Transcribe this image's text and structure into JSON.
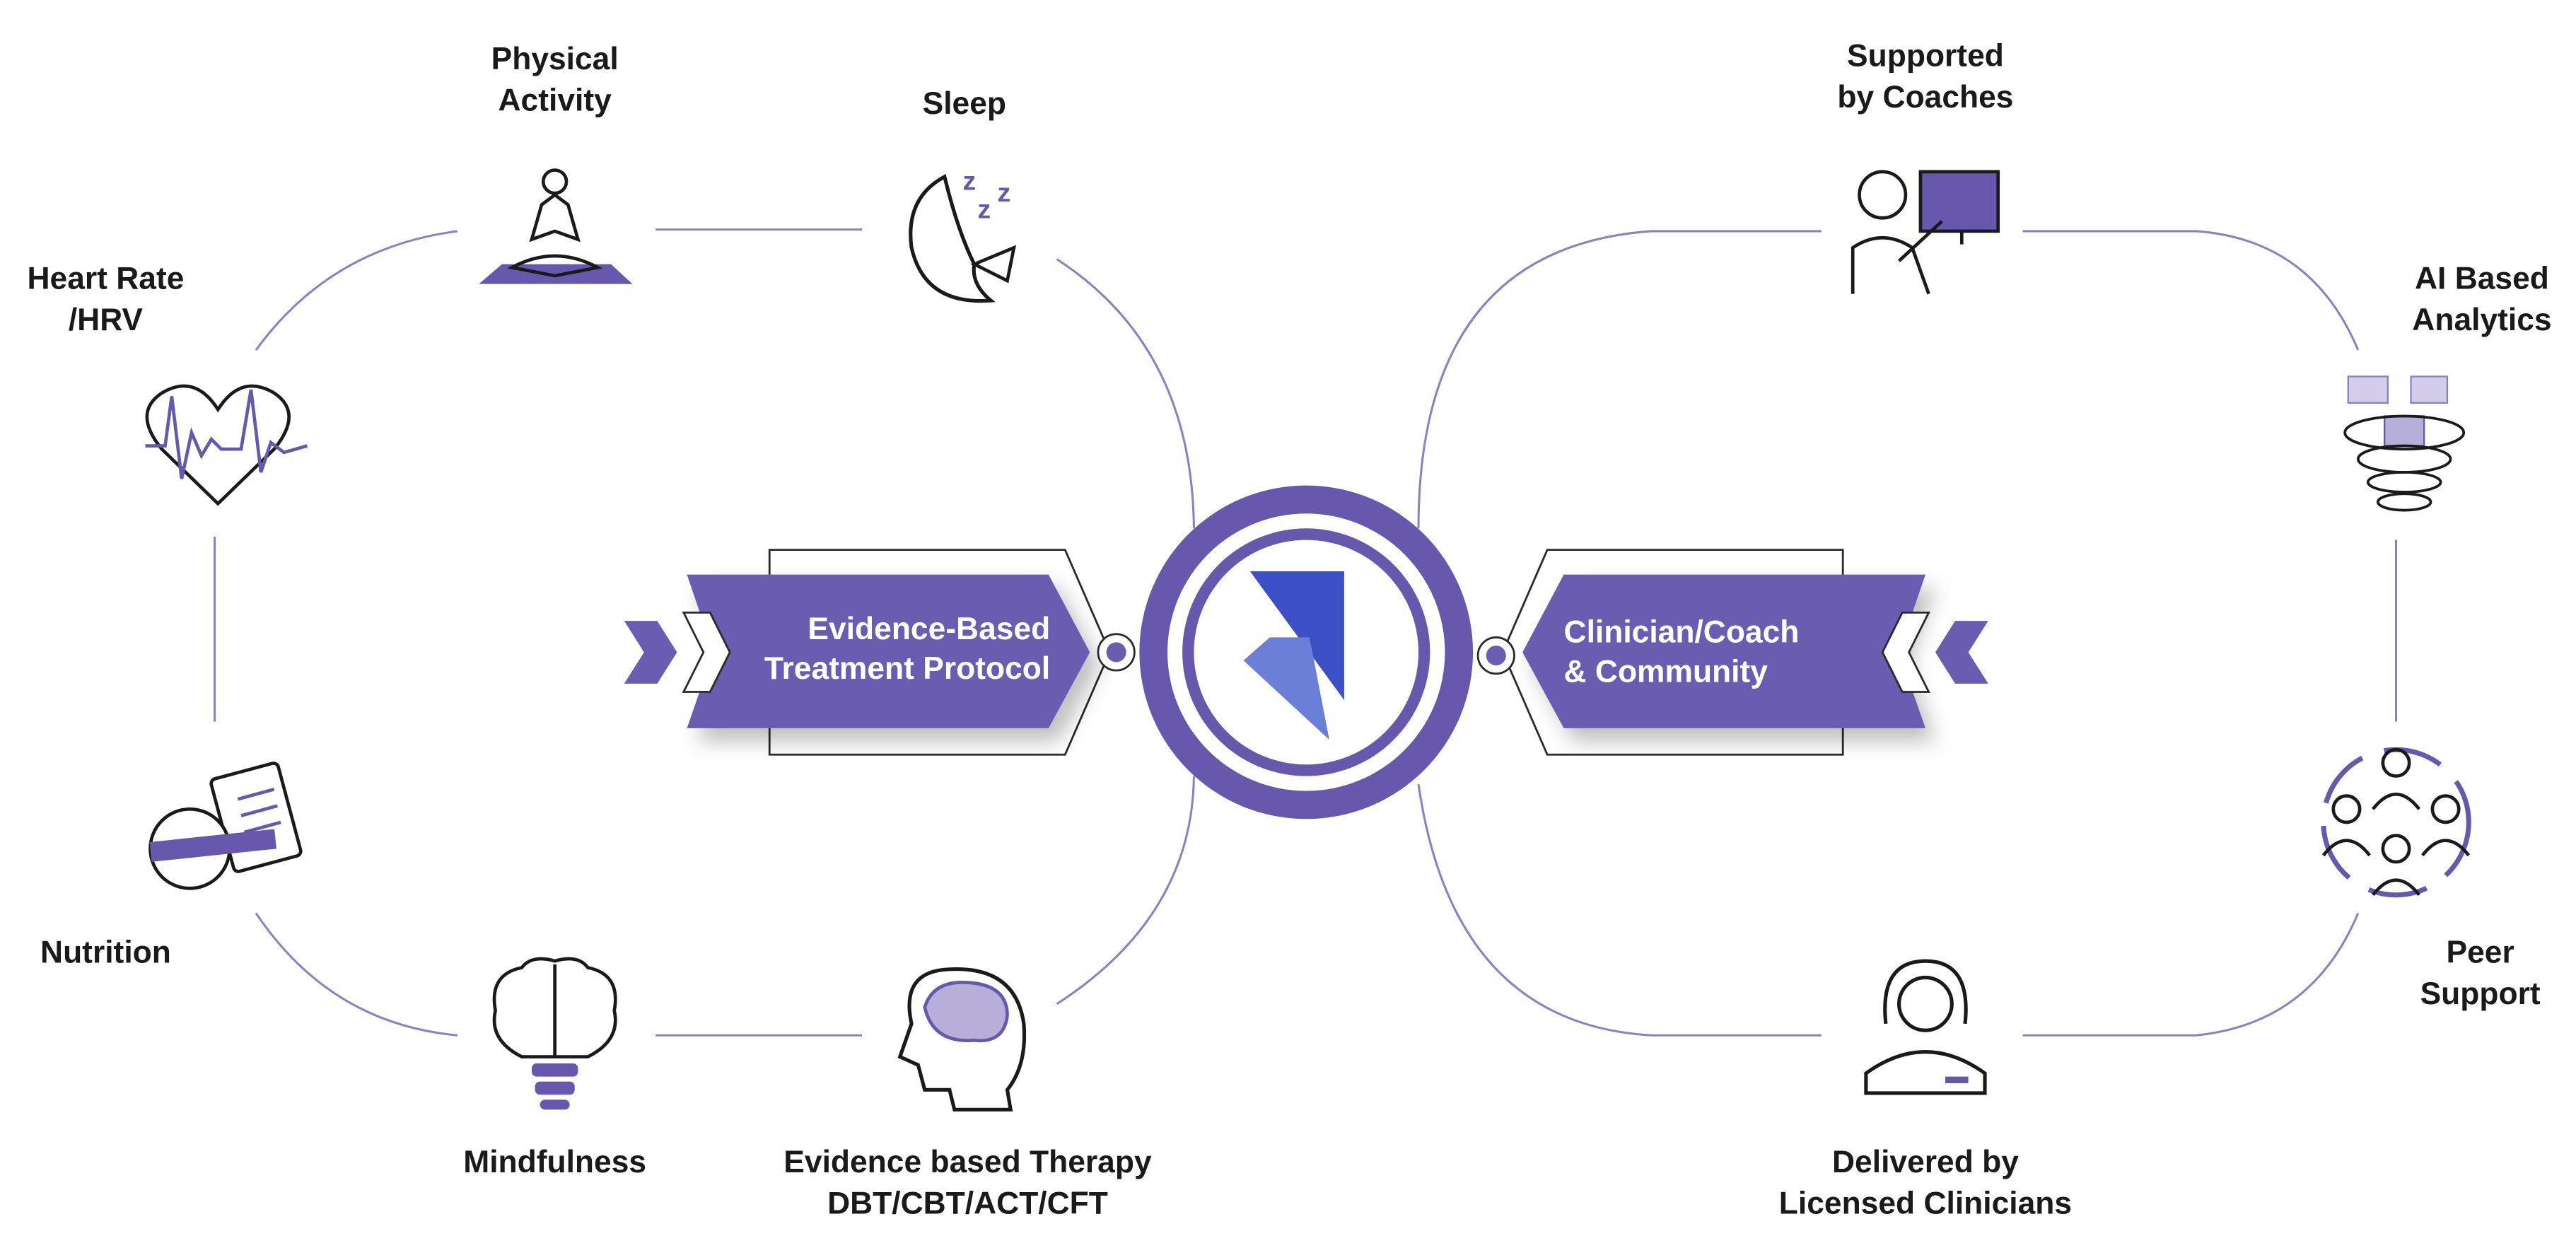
{
  "left_group": {
    "title": "Evidence-Based\nTreatment Protocol",
    "items": {
      "heart_rate": "Heart Rate\n/HRV",
      "physical_activity": "Physical\nActivity",
      "sleep": "Sleep",
      "nutrition": "Nutrition",
      "mindfulness": "Mindfulness",
      "therapy": "Evidence based Therapy\nDBT/CBT/ACT/CFT"
    }
  },
  "right_group": {
    "title": "Clinician/Coach\n& Community",
    "items": {
      "coaches": "Supported\nby Coaches",
      "ai": "AI Based\nAnalytics",
      "peer": "Peer\nSupport",
      "clinicians": "Delivered by\nLicensed Clinicians"
    }
  },
  "colors": {
    "brand": "#6757ad",
    "ribbon": "#6a5cb0",
    "logo_dark": "#3d4fc4",
    "logo_light": "#6b7fd8",
    "line": "#8c80c4",
    "text": "#1a1a1a"
  },
  "icons": [
    "heart-rate-icon",
    "yoga-icon",
    "sleep-moon-icon",
    "nutrition-icon",
    "brain-bulb-icon",
    "head-brain-icon",
    "coach-presentation-icon",
    "ai-analytics-icon",
    "peer-group-icon",
    "clinician-icon",
    "brand-logo-icon"
  ]
}
